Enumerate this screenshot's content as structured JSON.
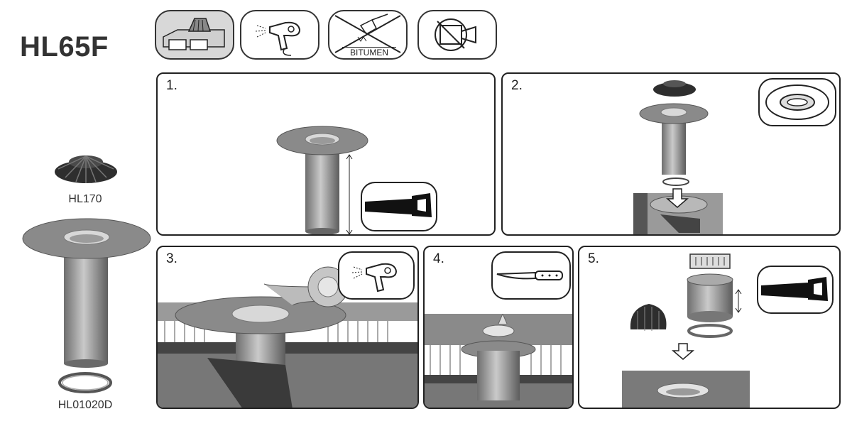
{
  "title": "HL65F",
  "parts": {
    "grate_label": "HL170",
    "ring_label": "HL01020D"
  },
  "icons": {
    "flat-roof": "flat-roof-icon",
    "hot-air": "hot-air-gun-icon",
    "no-bitumen": "no-bitumen-icon",
    "no-camera": "no-camera-icon",
    "bitumen_label": "BITUMEN"
  },
  "steps": [
    {
      "number": "1.",
      "tool": "saw-icon"
    },
    {
      "number": "2.",
      "tool": "sealing-ring-icon"
    },
    {
      "number": "3.",
      "tool": "hot-air-gun-icon"
    },
    {
      "number": "4.",
      "tool": "knife-icon"
    },
    {
      "number": "5.",
      "tool": "saw-icon"
    }
  ],
  "colors": {
    "metal": "#8f8f8f",
    "dark": "#3a3a3a",
    "panel_bg": "#d6d6d6"
  }
}
